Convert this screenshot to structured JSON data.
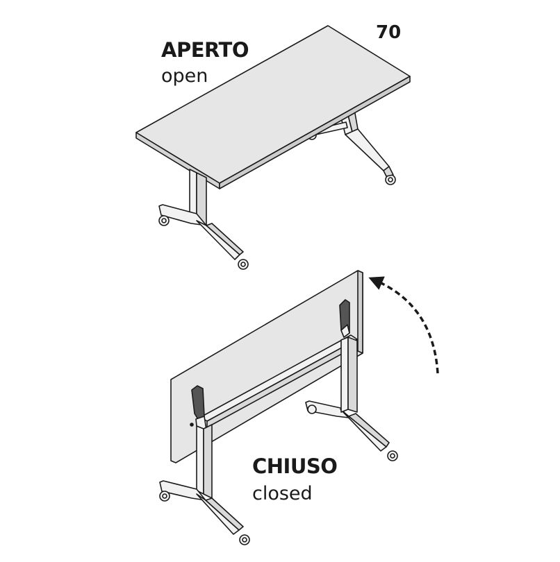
{
  "size_label": "70",
  "open": {
    "title": "APERTO",
    "subtitle": "open"
  },
  "closed": {
    "title": "CHIUSO",
    "subtitle": "closed"
  },
  "colors": {
    "top_fill": "#e6e6e6",
    "frame_fill": "#f2f2f2",
    "stroke": "#1a1a1a",
    "bracket": "#555555"
  }
}
